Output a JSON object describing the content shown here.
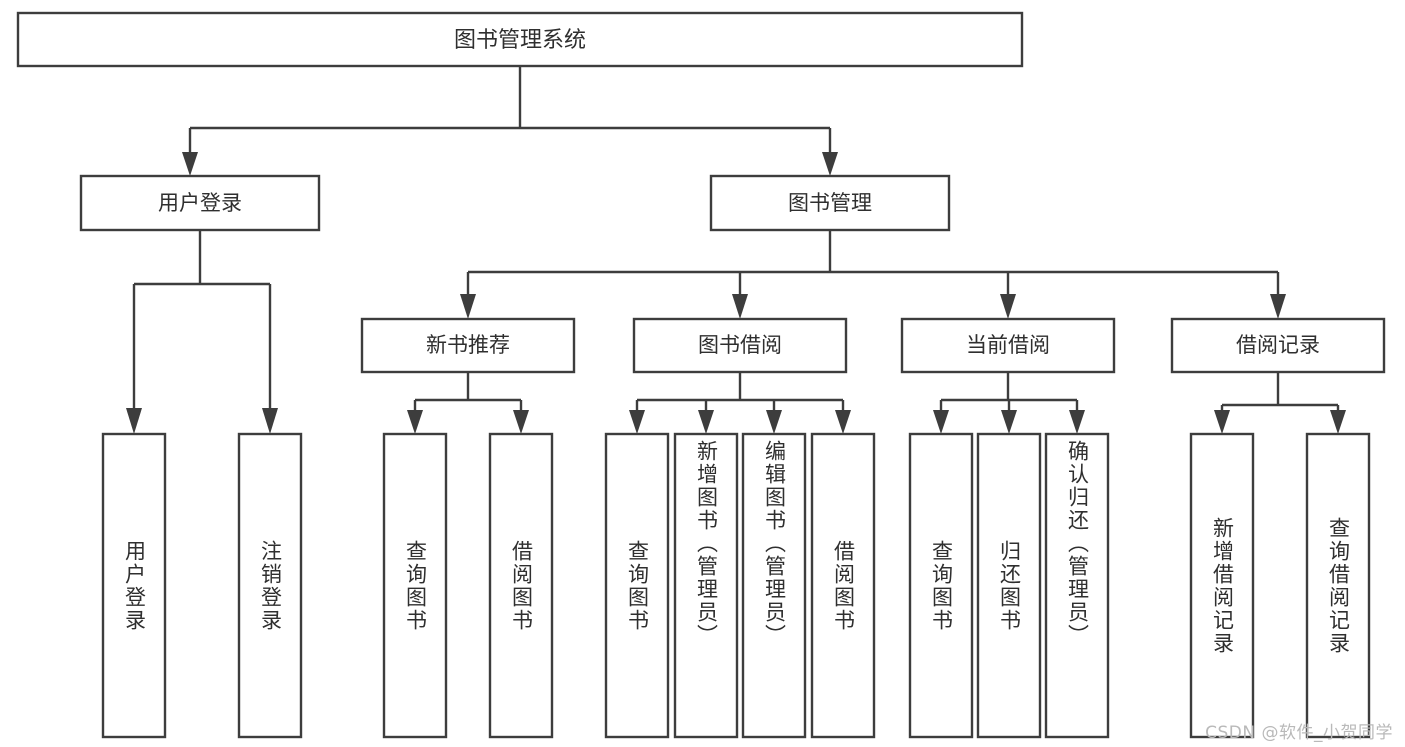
{
  "diagram": {
    "type": "hierarchy-tree",
    "title": "图书管理系统",
    "background_color": "#ffffff",
    "box_stroke_color": "#3d3d3d",
    "box_fill_color": "#ffffff",
    "text_color": "#2f2f2f",
    "connector_color": "#3d3d3d",
    "root": {
      "label": "图书管理系统",
      "level": 0
    },
    "level1": [
      {
        "label": "用户登录"
      },
      {
        "label": "图书管理"
      }
    ],
    "level2": [
      {
        "label": "新书推荐",
        "parent": "图书管理"
      },
      {
        "label": "图书借阅",
        "parent": "图书管理"
      },
      {
        "label": "当前借阅",
        "parent": "图书管理"
      },
      {
        "label": "借阅记录",
        "parent": "图书管理"
      }
    ],
    "leaves_user_login": [
      {
        "label": "用户登录"
      },
      {
        "label": "注销登录"
      }
    ],
    "leaves_new_book": [
      {
        "label": "查询图书"
      },
      {
        "label": "借阅图书"
      }
    ],
    "leaves_borrow": [
      {
        "label": "查询图书"
      },
      {
        "label": "新增图书（管理员）"
      },
      {
        "label": "编辑图书（管理员）"
      },
      {
        "label": "借阅图书"
      }
    ],
    "leaves_current": [
      {
        "label": "查询图书"
      },
      {
        "label": "归还图书"
      },
      {
        "label": "确认归还（管理员）"
      }
    ],
    "leaves_record": [
      {
        "label": "新增借阅记录"
      },
      {
        "label": "查询借阅记录"
      }
    ]
  },
  "watermark": {
    "text": "CSDN @软件_小贺同学"
  }
}
